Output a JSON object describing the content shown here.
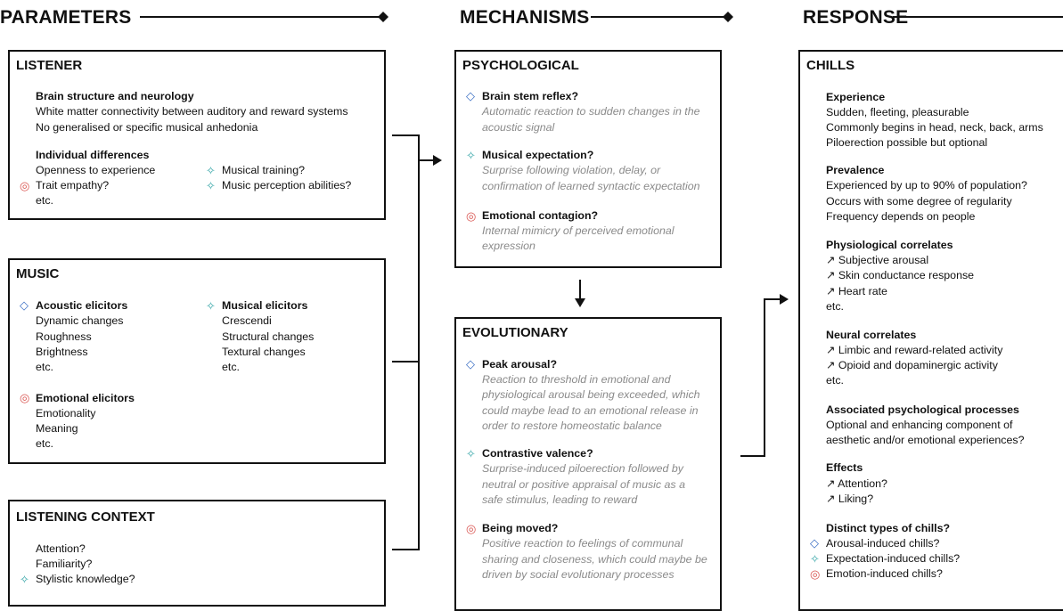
{
  "headers": {
    "parameters": "PARAMETERS",
    "mechanisms": "MECHANISMS",
    "response": "RESPONSE"
  },
  "listener": {
    "title": "LISTENER",
    "brain_heading": "Brain structure and neurology",
    "brain_line1": "White matter connectivity between auditory and reward systems",
    "brain_line2": "No generalised or specific musical anhedonia",
    "diff_heading": "Individual differences",
    "openness": "Openness to experience",
    "trait_empathy": "Trait empathy?",
    "etc": "etc.",
    "musical_training": "Musical training?",
    "perception": "Music perception abilities?"
  },
  "music": {
    "title": "MUSIC",
    "acoustic_heading": "Acoustic elicitors",
    "acoustic_items": [
      "Dynamic changes",
      "Roughness",
      "Brightness",
      "etc."
    ],
    "musical_heading": "Musical elicitors",
    "musical_items": [
      "Crescendi",
      "Structural changes",
      "Textural changes",
      "etc."
    ],
    "emotional_heading": "Emotional elicitors",
    "emotional_items": [
      "Emotionality",
      "Meaning",
      "etc."
    ]
  },
  "context": {
    "title": "LISTENING CONTEXT",
    "items": [
      "Attention?",
      "Familiarity?",
      "Stylistic knowledge?"
    ]
  },
  "psychological": {
    "title": "PSYCHOLOGICAL",
    "m1_heading": "Brain stem reflex?",
    "m1_desc": [
      "Automatic reaction to sudden changes in the",
      "acoustic signal"
    ],
    "m2_heading": "Musical expectation?",
    "m2_desc": [
      "Surprise following violation, delay, or",
      "confirmation of learned syntactic expectation"
    ],
    "m3_heading": "Emotional contagion?",
    "m3_desc": [
      "Internal mimicry of perceived emotional",
      "expression"
    ]
  },
  "evolutionary": {
    "title": "EVOLUTIONARY",
    "m1_heading": "Peak arousal?",
    "m1_desc": [
      "Reaction to threshold in emotional and",
      "physiological arousal being exceeded, which",
      "could maybe lead to an emotional release in",
      "order to restore homeostatic balance"
    ],
    "m2_heading": "Contrastive valence?",
    "m2_desc": [
      "Surprise-induced piloerection followed by",
      "neutral or positive appraisal of music as a",
      "safe stimulus, leading to reward"
    ],
    "m3_heading": "Being moved?",
    "m3_desc": [
      "Positive reaction to feelings of communal",
      "sharing and closeness, which could maybe be",
      "driven by social evolutionary processes"
    ]
  },
  "chills": {
    "title": "CHILLS",
    "experience_heading": "Experience",
    "experience_items": [
      "Sudden, fleeting, pleasurable",
      "Commonly begins in head, neck, back, arms",
      "Piloerection possible but optional"
    ],
    "prevalence_heading": "Prevalence",
    "prevalence_items": [
      "Experienced by up to 90% of population?",
      "Occurs with some degree of regularity",
      "Frequency depends on people"
    ],
    "physio_heading": "Physiological correlates",
    "physio_items": [
      "↗ Subjective arousal",
      "↗ Skin conductance response",
      "↗ Heart rate",
      "etc."
    ],
    "neural_heading": "Neural correlates",
    "neural_items": [
      "↗ Limbic and reward-related activity",
      "↗ Opioid and dopaminergic activity",
      "etc."
    ],
    "assoc_heading": "Associated psychological processes",
    "assoc_items": [
      "Optional and enhancing component of",
      "aesthetic and/or emotional experiences?"
    ],
    "effects_heading": "Effects",
    "effects_items": [
      "↗ Attention?",
      "↗ Liking?"
    ],
    "types_heading": "Distinct types of chills?",
    "types_items": [
      "Arousal-induced chills?",
      "Expectation-induced chills?",
      "Emotion-induced chills?"
    ]
  },
  "symbols": {
    "diamond": "◇",
    "sparkle": "✧",
    "circle": "◎"
  },
  "colors": {
    "diamond": "#3b6fc4",
    "sparkle": "#36a6a8",
    "circle": "#d9534f"
  }
}
